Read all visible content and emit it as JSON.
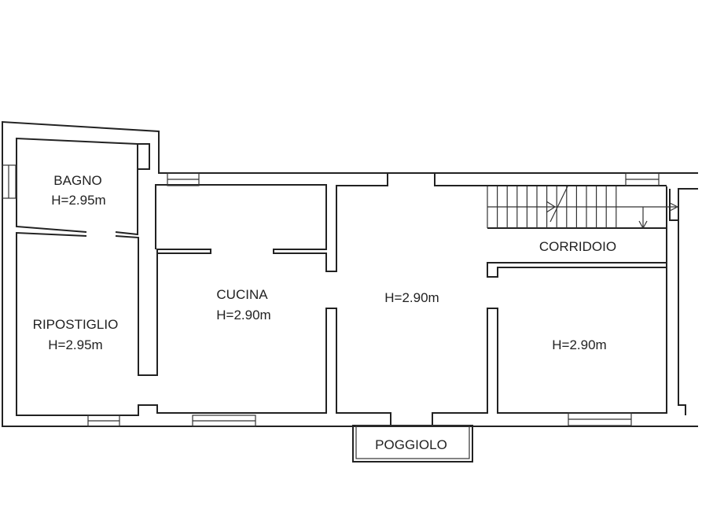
{
  "rooms": {
    "bagno": {
      "name": "BAGNO",
      "height": "H=2.95m"
    },
    "ripostiglio": {
      "name": "RIPOSTIGLIO",
      "height": "H=2.95m"
    },
    "cucina": {
      "name": "CUCINA",
      "height": "H=2.90m"
    },
    "soggiorno": {
      "height": "H=2.90m"
    },
    "camera": {
      "height": "H=2.90m"
    },
    "corridoio": {
      "name": "CORRIDOIO"
    },
    "poggiolo": {
      "name": "POGGIOLO"
    }
  },
  "colors": {
    "line": "#222222",
    "background": "#ffffff"
  }
}
